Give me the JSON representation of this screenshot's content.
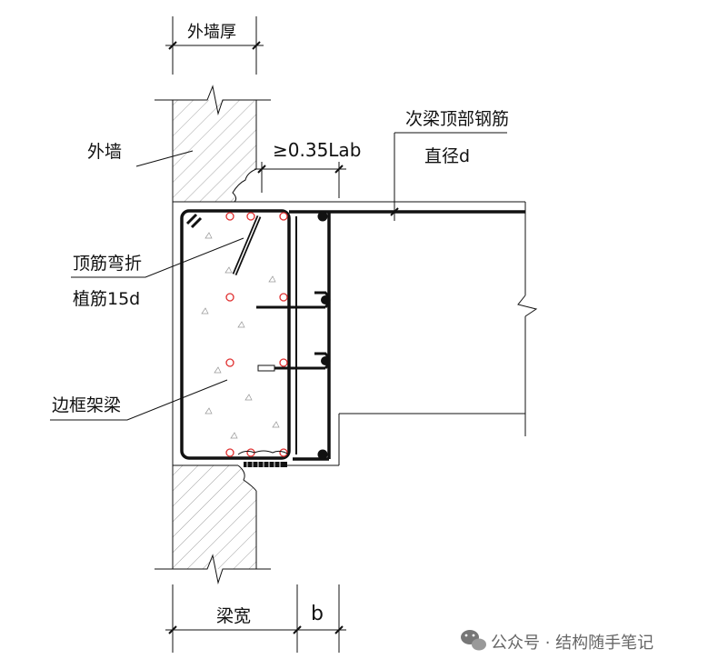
{
  "labels": {
    "wall_thickness": "外墙厚",
    "outer_wall": "外墙",
    "anchorage": "≥0.35Lab",
    "secondary_beam_top_bar": "次梁顶部钢筋",
    "diameter": "直径d",
    "top_bar_bend": "顶筋弯折",
    "planted_bar": "植筋15d",
    "edge_frame_beam": "边框架梁",
    "beam_width": "梁宽",
    "b": "b"
  },
  "watermark": {
    "text": "公众号 · 结构随手笔记",
    "icon": "wechat-icon"
  },
  "colors": {
    "line": "#111111",
    "rebar_section": "#e03030",
    "hatch": "#777777",
    "watermark": "#666666"
  }
}
